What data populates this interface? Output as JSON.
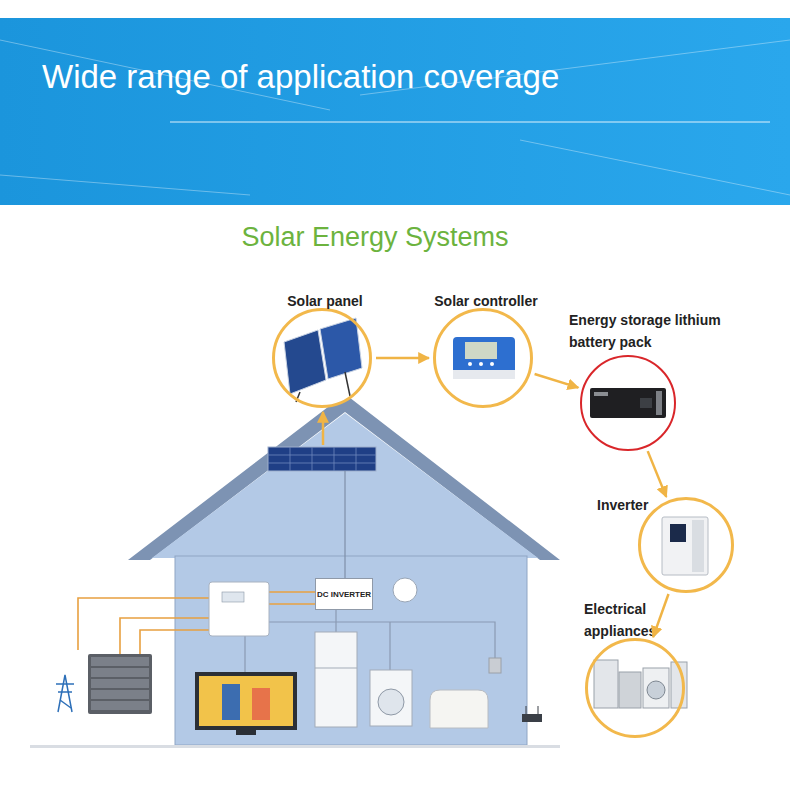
{
  "diagram": {
    "title": "Wide range of application coverage",
    "nodes": [
      {
        "text": [
          "Solar panel"
        ]
      },
      {
        "text": [
          "Solar controller"
        ]
      },
      {
        "text": [
          "Energy storage lithium battery pack"
        ]
      },
      {
        "text": [
          "Inverter"
        ]
      },
      {
        "text": [
          "Electrical appliances"
        ]
      },
      {
        "text": [
          "DC INVERTER"
        ]
      }
    ],
    "edges": [
      {
        "from": 0,
        "to": 1,
        "arrow": "to"
      },
      {
        "from": 1,
        "to": 2,
        "arrow": "to"
      },
      {
        "from": 2,
        "to": 3,
        "arrow": "to"
      },
      {
        "from": 3,
        "to": 4,
        "arrow": "to"
      }
    ],
    "labels": [
      "Solar Energy Systems"
    ]
  }
}
